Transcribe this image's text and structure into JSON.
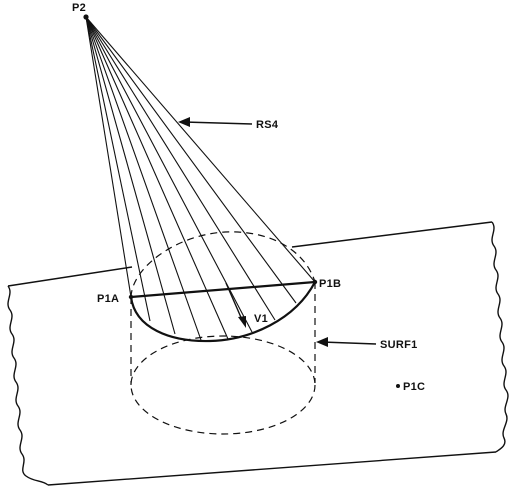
{
  "labels": {
    "apex": "P2",
    "ruled_surface": "RS4",
    "point_a": "P1A",
    "point_b": "P1B",
    "vector": "V1",
    "surface": "SURF1",
    "point_c": "P1C"
  },
  "colors": {
    "ink": "#111111",
    "background": "#ffffff"
  }
}
